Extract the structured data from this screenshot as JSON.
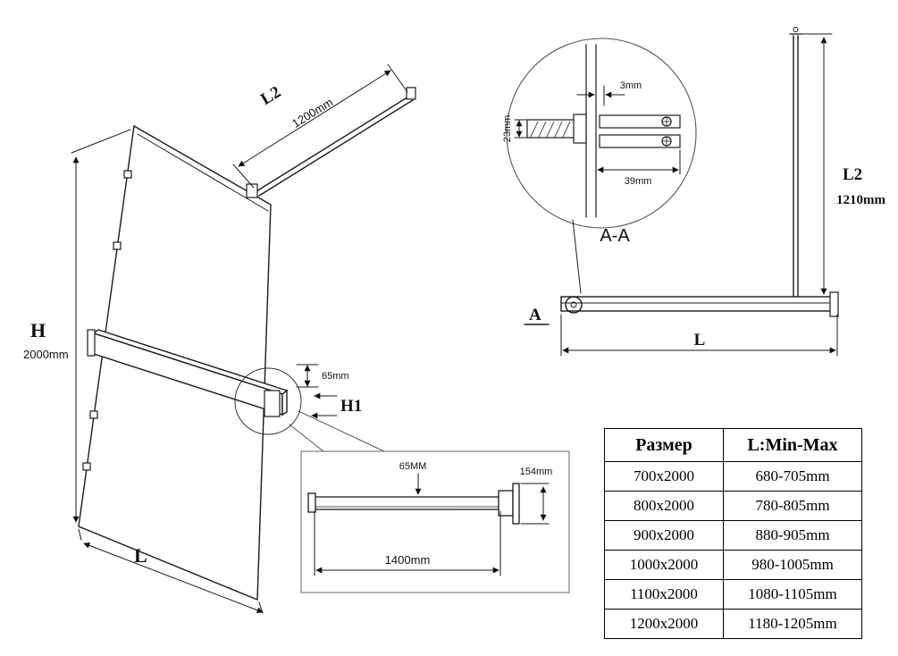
{
  "iso": {
    "h_label": "H",
    "h_value": "2000mm",
    "l2_label": "L2",
    "l2_value": "1200mm",
    "l_label": "L",
    "offset_65": "65mm",
    "h1_label": "H1"
  },
  "section": {
    "dim_3mm": "3mm",
    "dim_23mm": "23mm",
    "dim_39mm": "39mm",
    "title": "A-A"
  },
  "side": {
    "a_label": "A",
    "l2_label": "L2",
    "l2_value": "1210mm",
    "l_label": "L"
  },
  "detail": {
    "dim_65": "65MM",
    "dim_154": "154mm",
    "dim_1400": "1400mm"
  },
  "table": {
    "headers": [
      "Размер",
      "L:Min-Max"
    ],
    "rows": [
      [
        "700x2000",
        "680-705mm"
      ],
      [
        "800x2000",
        "780-805mm"
      ],
      [
        "900x2000",
        "880-905mm"
      ],
      [
        "1000x2000",
        "980-1005mm"
      ],
      [
        "1100x2000",
        "1080-1105mm"
      ],
      [
        "1200x2000",
        "1180-1205mm"
      ]
    ]
  }
}
